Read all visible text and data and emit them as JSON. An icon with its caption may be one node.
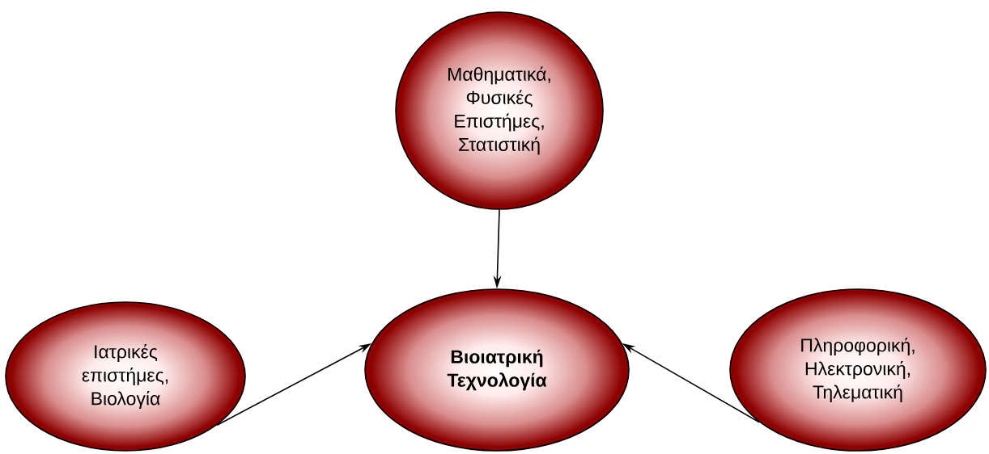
{
  "diagram": {
    "nodes": [
      {
        "text": [
          "Μαθηματικά, Φυσικές Επιστήμες, Στατιστική"
        ]
      },
      {
        "text": [
          "Ιατρικές επιστήμες, Βιολογία"
        ]
      },
      {
        "text": [
          "Βιοιατρική Τεχνολογία"
        ]
      },
      {
        "text": [
          "Πληροφορική, Ηλεκτρονική, Τηλεματική"
        ]
      }
    ],
    "edges": [
      {
        "from": 0,
        "to": 2,
        "arrow": "to"
      },
      {
        "from": 1,
        "to": 2,
        "arrow": "to"
      },
      {
        "from": 3,
        "to": 2,
        "arrow": "to"
      }
    ]
  }
}
